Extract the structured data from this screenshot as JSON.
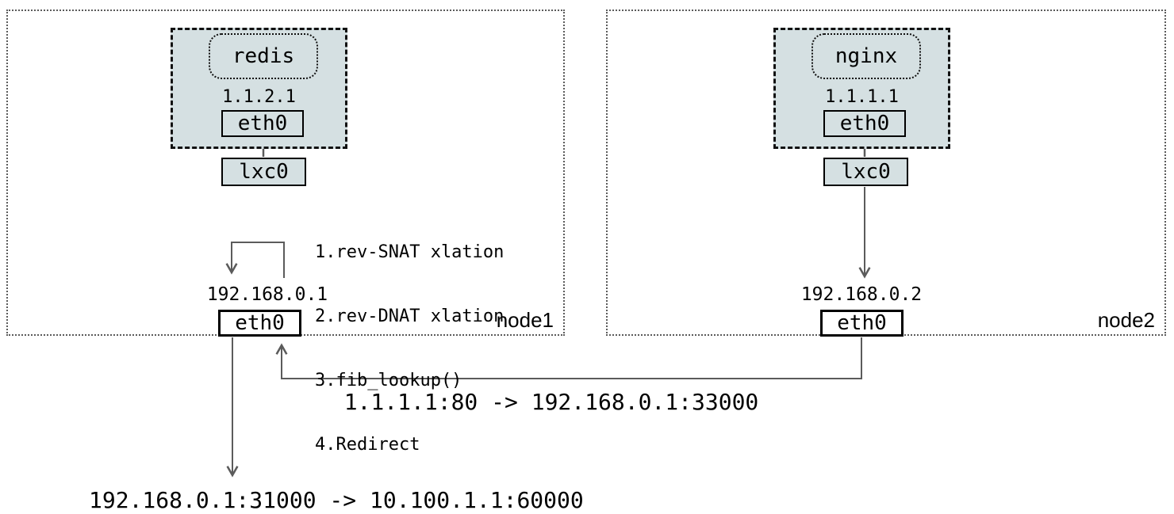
{
  "colors": {
    "container_fill": "#d5e0e2",
    "wire_gray": "#5b5b5b",
    "box_border": "#000000",
    "background": "#ffffff"
  },
  "nodes": [
    {
      "label": "node1",
      "app": "redis",
      "container_ip": "1.1.2.1",
      "container_iface": "eth0",
      "lxc_iface": "lxc0",
      "host_ip": "192.168.0.1",
      "host_iface": "eth0"
    },
    {
      "label": "node2",
      "app": "nginx",
      "container_ip": "1.1.1.1",
      "container_iface": "eth0",
      "lxc_iface": "lxc0",
      "host_ip": "192.168.0.2",
      "host_iface": "eth0"
    }
  ],
  "steps": [
    "1.rev-SNAT xlation",
    "2.rev-DNAT xlation",
    "3.fib_lookup()",
    "4.Redirect"
  ],
  "flow_labels": {
    "node2_to_node1": "1.1.1.1:80 -> 192.168.0.1:33000",
    "node1_egress": "192.168.0.1:31000 -> 10.100.1.1:60000"
  }
}
